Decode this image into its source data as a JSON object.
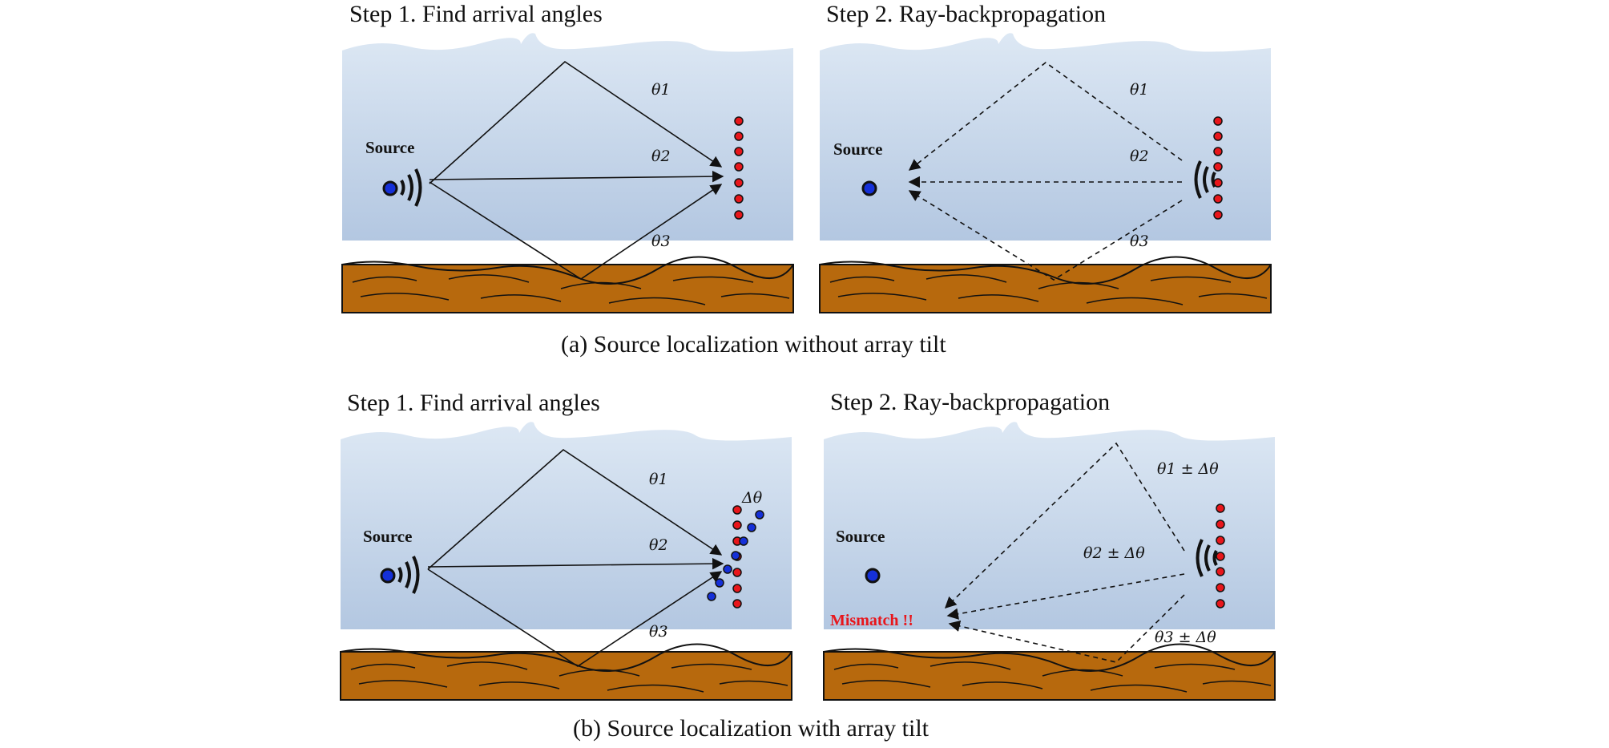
{
  "captions": {
    "a": "(a) Source localization without array tilt",
    "b": "(b) Source localization with array tilt"
  },
  "panels": {
    "a1": {
      "title": "Step 1. Find arrival angles",
      "source": "Source",
      "theta1": "θ1",
      "theta2": "θ2",
      "theta3": "θ3"
    },
    "a2": {
      "title": "Step 2. Ray-backpropagation",
      "source": "Source",
      "theta1": "θ1",
      "theta2": "θ2",
      "theta3": "θ3"
    },
    "b1": {
      "title": "Step 1. Find arrival angles",
      "source": "Source",
      "theta1": "θ1",
      "theta2": "θ2",
      "theta3": "θ3",
      "tilt": "Δθ"
    },
    "b2": {
      "title": "Step 2. Ray-backpropagation",
      "source": "Source",
      "theta1": "θ1 ± Δθ",
      "theta2": "θ2 ± Δθ",
      "theta3": "θ3 ± Δθ",
      "mismatch": "Mismatch !!"
    }
  },
  "colors": {
    "sea_top": "#dce7f3",
    "sea_bottom": "#b4c8e2",
    "seabed": "#b7690d",
    "hydrophone": "#e8161b",
    "tilted_hydrophone": "#1530d8",
    "mismatch": "#e8161b"
  }
}
